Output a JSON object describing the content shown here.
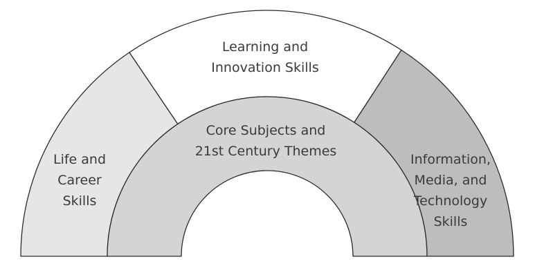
{
  "diagram": {
    "segments": {
      "life_career": {
        "lines": [
          "Life and",
          "Career",
          "Skills"
        ],
        "fill": "#e6e6e6"
      },
      "learning_innovation": {
        "lines": [
          "Learning and",
          "Innovation Skills"
        ],
        "fill": "#ffffff"
      },
      "information_media": {
        "lines": [
          "Information,",
          "Media, and",
          "Technology",
          "Skills"
        ],
        "fill": "#bdbdbd"
      },
      "core_subjects": {
        "lines": [
          "Core Subjects and",
          "21st Century Themes"
        ],
        "fill": "#d4d4d4"
      }
    },
    "colors": {
      "outline": "#2b2b2b",
      "text": "#3a3a3a",
      "background": "#ffffff"
    }
  }
}
